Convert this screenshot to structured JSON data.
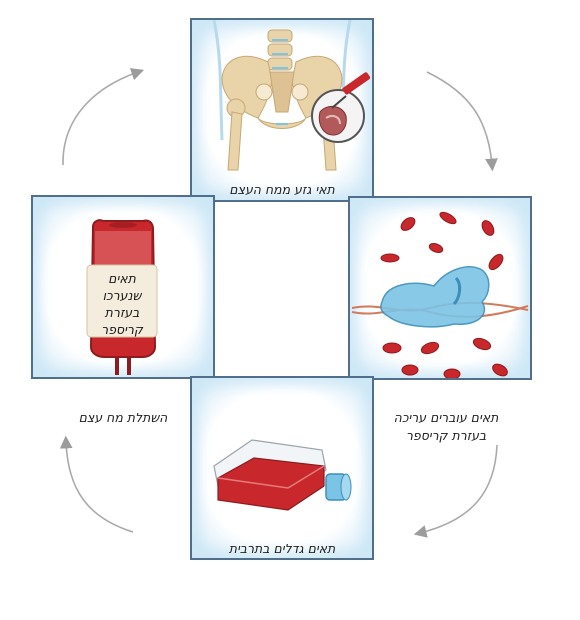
{
  "steps": {
    "bone_marrow": "תאי גזע ממח העצם",
    "crispr_edit_line1": "תאים עוברים עריכה",
    "crispr_edit_line2": "בעזרת קריספר",
    "culture": "תאים גדלים בתרבית",
    "transplant": "השתלת מח עצם"
  },
  "bag_label": {
    "line1": "תאים",
    "line2": "שנערכו",
    "line3": "בעזרת",
    "line4": "קריספר"
  },
  "colors": {
    "panel_border": "#4f6f8c",
    "blood_red": "#c8282c",
    "bone": "#e9d3a8",
    "arrow": "#aaaaaa",
    "cell_blue": "#7cc4e6"
  }
}
